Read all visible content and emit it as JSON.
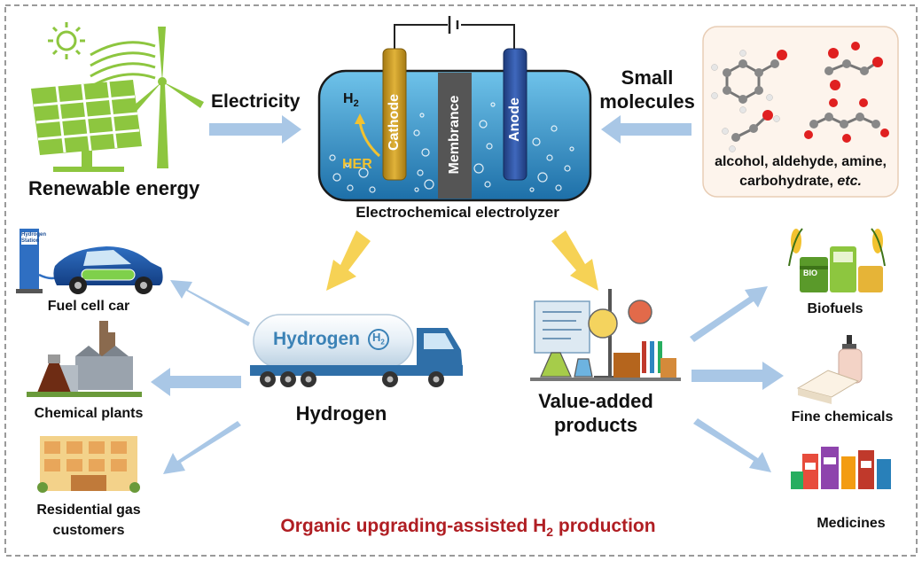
{
  "colors": {
    "arrow_blue": "#a9c7e6",
    "arrow_yellow": "#f6d255",
    "title_red": "#b01e23",
    "green": "#8dc63f",
    "electrolyte": "#2f8fc4",
    "cathode": "#c9971f",
    "anode": "#2b4f9e",
    "membrane": "#555555"
  },
  "labels": {
    "renewable_energy": "Renewable energy",
    "electricity": "Electricity",
    "small_molecules_1": "Small",
    "small_molecules_2": "molecules",
    "molecules_caption_1": "alcohol, aldehyde, amine,",
    "molecules_caption_2": "carbohydrate,",
    "molecules_caption_etc": "etc.",
    "electrolyzer": "Electrochemical electrolyzer",
    "cathode": "Cathode",
    "anode": "Anode",
    "membrane": "Membrance",
    "h2": "H",
    "h2_sub": "2",
    "her": "HER",
    "hydrogen": "Hydrogen",
    "tank_text": "Hydrogen",
    "tank_h2": "H",
    "tank_h2_sub": "2",
    "station_sign_1": "Hydrogen",
    "station_sign_2": "Station",
    "value_added_1": "Value-added",
    "value_added_2": "products",
    "fuel_cell_car": "Fuel cell car",
    "chemical_plants": "Chemical plants",
    "residential_1": "Residential gas",
    "residential_2": "customers",
    "biofuels": "Biofuels",
    "bio_can": "BIO",
    "fine_chemicals": "Fine chemicals",
    "medicines": "Medicines"
  },
  "title": {
    "text": "Organic upgrading-assisted H",
    "sub": "2",
    "rest": " production"
  }
}
